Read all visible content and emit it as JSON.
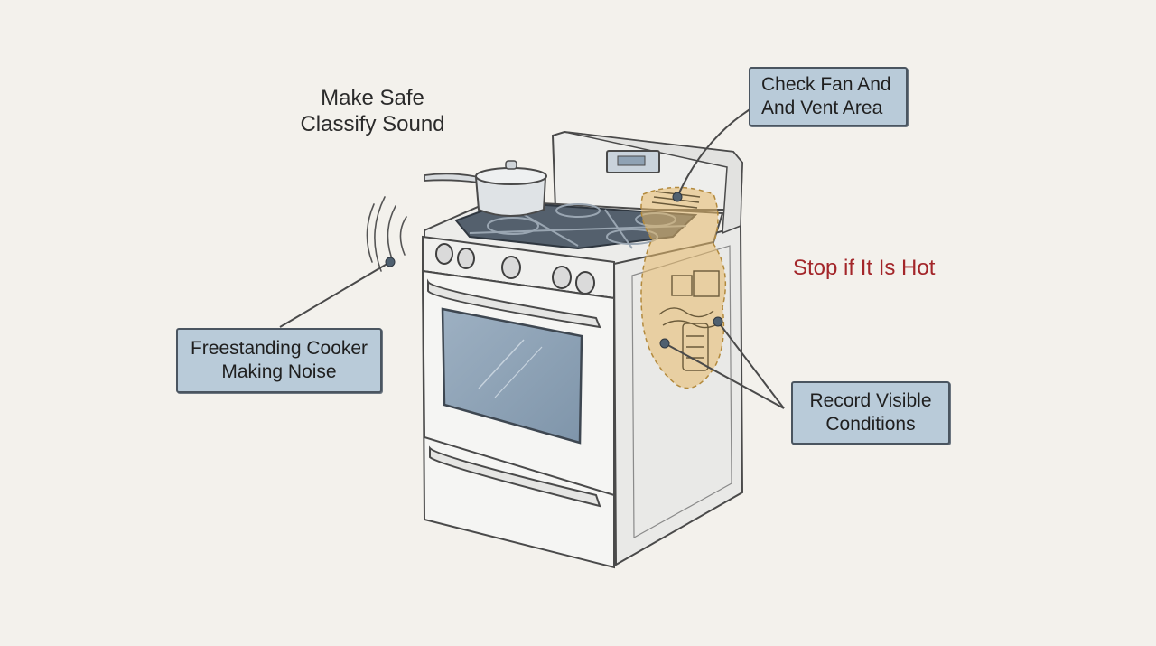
{
  "diagram": {
    "title_lines": [
      "Make Safe",
      "Classify Sound"
    ],
    "callouts": {
      "fan_vent": [
        "Check Fan And",
        "And Vent Area"
      ],
      "cooker_noise": [
        "Freestanding Cooker",
        "Making Noise"
      ],
      "record": [
        "Record Visible",
        "Conditions"
      ]
    },
    "warning": "Stop if It Is Hot"
  },
  "colors": {
    "background": "#f3f1ec",
    "callout_fill": "#b9cbd9",
    "callout_border": "#4a5560",
    "highlight": "#e8b96a",
    "warning_text": "#a3262a",
    "oven_window": "#8a9fb3"
  },
  "icons": [
    "saucepan-icon",
    "sound-waves-icon",
    "vent-grille-icon",
    "wiring-components-icon"
  ]
}
